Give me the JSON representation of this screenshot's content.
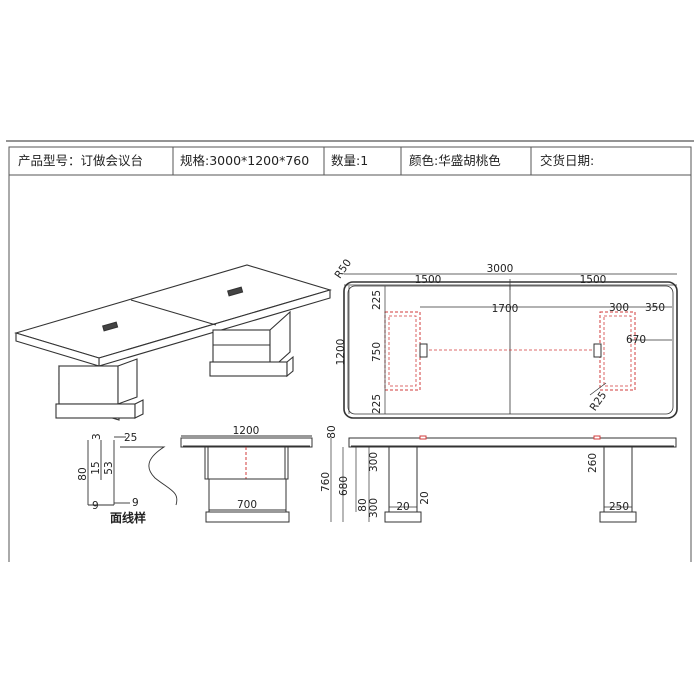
{
  "header": {
    "model_label": "产品型号：",
    "model_value": "订做会议台",
    "spec_label": "规格:",
    "spec_value": "3000*1200*760",
    "qty_label": "数量:",
    "qty_value": "1",
    "color_label": "颜色:",
    "color_value": "华盛胡桃色",
    "delivery_label": "交货日期:",
    "delivery_value": ""
  },
  "top_view": {
    "total_length": "3000",
    "half_left": "1500",
    "half_right": "1500",
    "corner_radius": "R50",
    "depth": "1200",
    "inner_span": "1700",
    "pad_width": "300",
    "pad_offset": "350",
    "pad_outer": "670",
    "pad_top_margin": "225",
    "pad_height": "750",
    "pad_bottom_margin": "225",
    "pad_radius": "R25"
  },
  "side_view_end": {
    "width": "1200",
    "base_width": "700"
  },
  "side_view_front": {
    "top_thickness": "80",
    "total_height": "760",
    "leg_height": "680",
    "apron_height": "300",
    "plinth_height": "300",
    "base_height": "80",
    "foot_step_left": "20",
    "foot_step_right": "20",
    "leg_offset": "260",
    "leg_width": "250"
  },
  "profile": {
    "title": "面线样",
    "top_depth": "25",
    "offset_a": "3",
    "total_h": "80",
    "seg_a": "15",
    "seg_b": "53",
    "bottom_a": "9",
    "bottom_b": "9"
  },
  "colors": {
    "line": "#333333",
    "hidden": "#d23b3b",
    "frame": "#555555"
  }
}
